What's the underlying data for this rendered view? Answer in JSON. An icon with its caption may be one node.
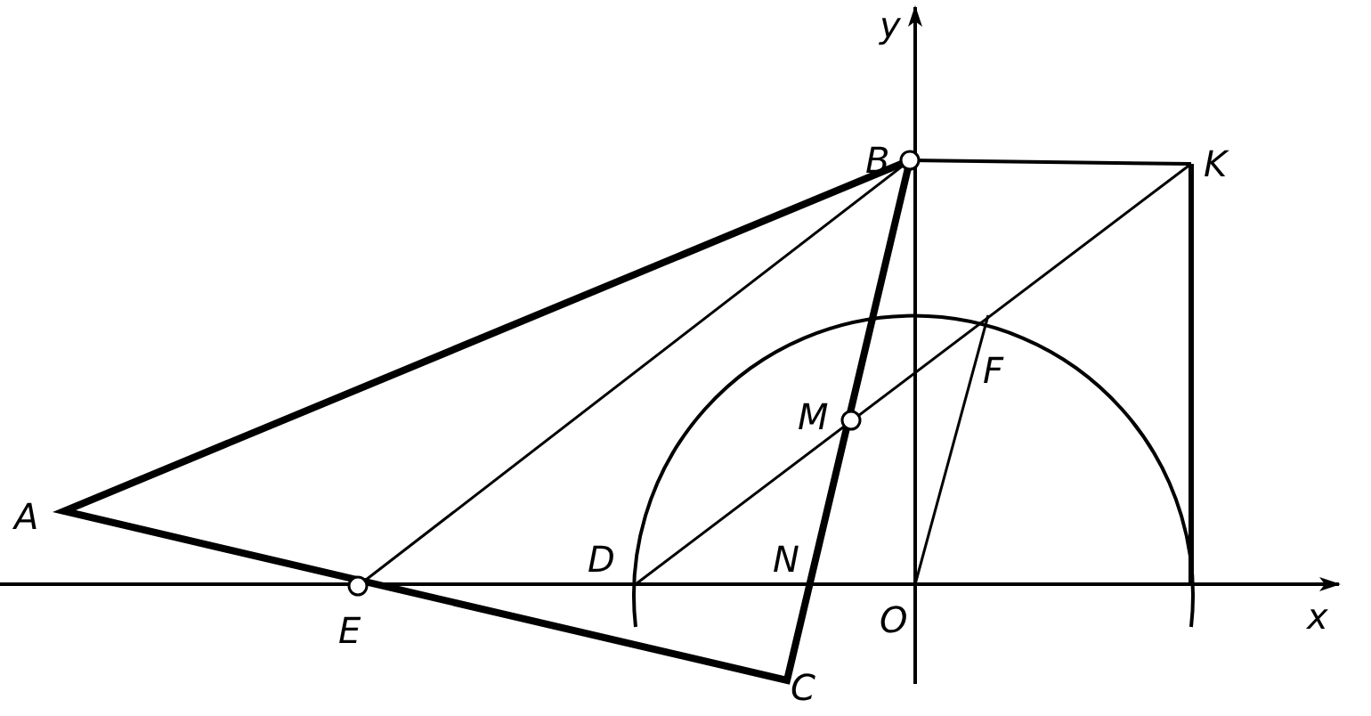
{
  "diagram": {
    "labels": [
      "y",
      "B",
      "K",
      "F",
      "M",
      "A",
      "D",
      "N",
      "O",
      "x",
      "E",
      "C"
    ]
  }
}
